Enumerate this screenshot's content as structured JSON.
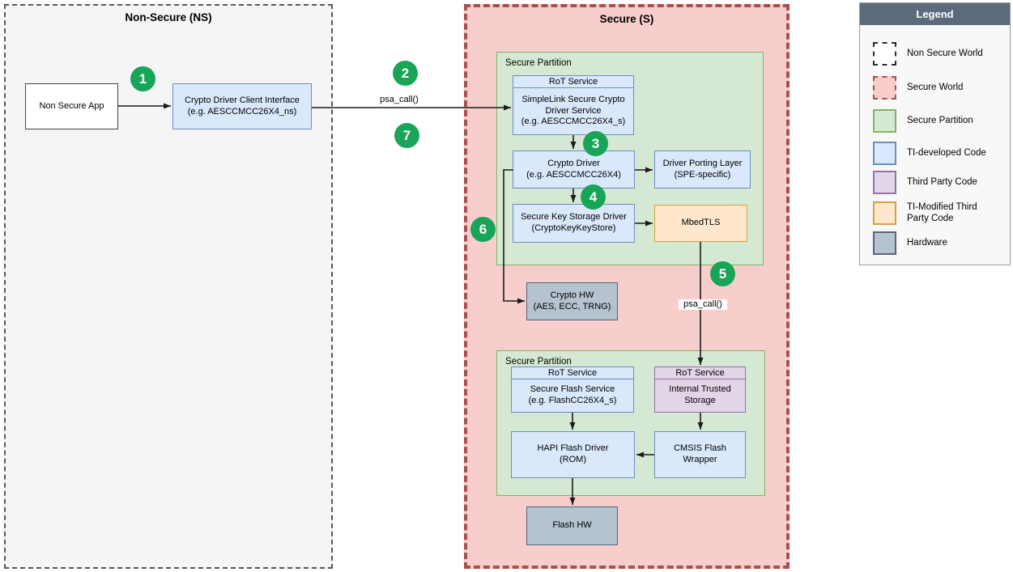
{
  "non_secure": {
    "title": "Non-Secure (NS)",
    "app": "Non Secure App",
    "client_interface": "Crypto Driver Client Interface\n(e.g. AESCCMCC26X4_ns)"
  },
  "secure": {
    "title": "Secure (S)",
    "crypto_partition": {
      "partition_label": "Secure Partition",
      "rot_header": "RoT Service",
      "service": "SimpleLink Secure Crypto\nDriver Service\n(e.g. AESCCMCC26X4_s)",
      "crypto_driver": "Crypto Driver\n(e.g. AESCCMCC26X4)",
      "porting_layer": "Driver Porting Layer\n(SPE-specific)",
      "key_storage": "Secure Key Storage Driver\n(CryptoKeyKeyStore)",
      "mbedtls": "MbedTLS"
    },
    "crypto_hw": "Crypto HW\n(AES, ECC, TRNG)",
    "flash_partition": {
      "partition_label": "Secure Partition",
      "rot_header_left": "RoT Service",
      "rot_header_right": "RoT Service",
      "flash_service": "Secure Flash Service\n(e.g. FlashCC26X4_s)",
      "internal_trusted_storage": "Internal Trusted\nStorage",
      "hapi_flash_driver": "HAPI Flash Driver\n(ROM)",
      "cmsis_flash_wrapper": "CMSIS Flash\nWrapper"
    },
    "flash_hw": "Flash HW"
  },
  "calls": {
    "psa_call_ns": "psa_call()",
    "psa_call_s": "psa_call()"
  },
  "steps": [
    "1",
    "2",
    "3",
    "4",
    "5",
    "6",
    "7"
  ],
  "legend": {
    "title": "Legend",
    "items": [
      {
        "label": "Non Secure World"
      },
      {
        "label": "Secure World"
      },
      {
        "label": "Secure Partition"
      },
      {
        "label": "TI-developed Code"
      },
      {
        "label": "Third Party Code"
      },
      {
        "label": "TI-Modified Third\nParty Code"
      },
      {
        "label": "Hardware"
      }
    ]
  },
  "colors": {
    "step_circle": "#18a558",
    "secure_world_fill": "#f8cecc",
    "secure_world_border": "#a8504c",
    "non_secure_fill": "#f5f5f5",
    "partition_fill": "#d5e8d4",
    "partition_border": "#82b366",
    "ti_code_fill": "#dae8fc",
    "ti_code_border": "#6c8ebf",
    "third_party_fill": "#e1d5e7",
    "third_party_border": "#9673a6",
    "ti_modified_fill": "#ffe6cc",
    "ti_modified_border": "#d0a43d",
    "hardware_fill": "#b5c2cf",
    "hardware_border": "#56657a",
    "legend_header_bg": "#5b6b7b"
  }
}
